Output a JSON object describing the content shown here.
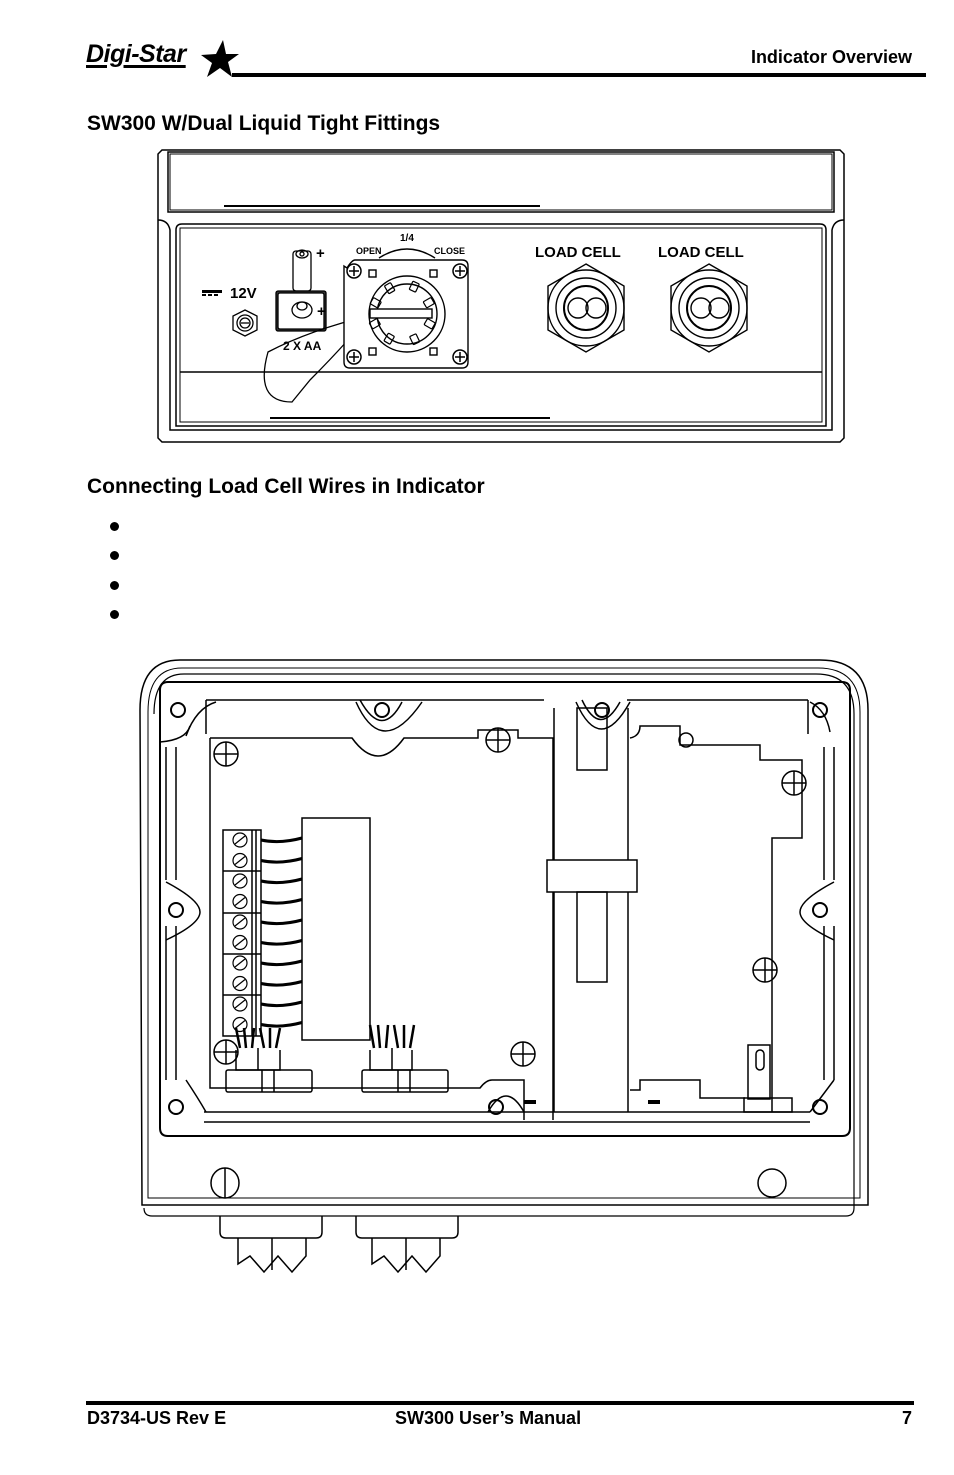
{
  "header": {
    "brand": "Digi-Star",
    "section_title": "Indicator Overview"
  },
  "section1": {
    "heading": "SW300 W/Dual Liquid Tight Fittings",
    "figure": {
      "power_label": "12V",
      "battery_label": "2 X AA",
      "plus_sign": "+",
      "dial_open": "OPEN",
      "dial_quarter": "1/4",
      "dial_close": "CLOSE",
      "port_labels": [
        "LOAD CELL",
        "LOAD CELL"
      ]
    }
  },
  "section2": {
    "heading": "Connecting Load Cell Wires in Indicator",
    "bullets": [
      "",
      "",
      "",
      ""
    ]
  },
  "footer": {
    "doc_number": "D3734-US Rev E",
    "manual_title": "SW300 User’s Manual",
    "page_number": "7"
  }
}
